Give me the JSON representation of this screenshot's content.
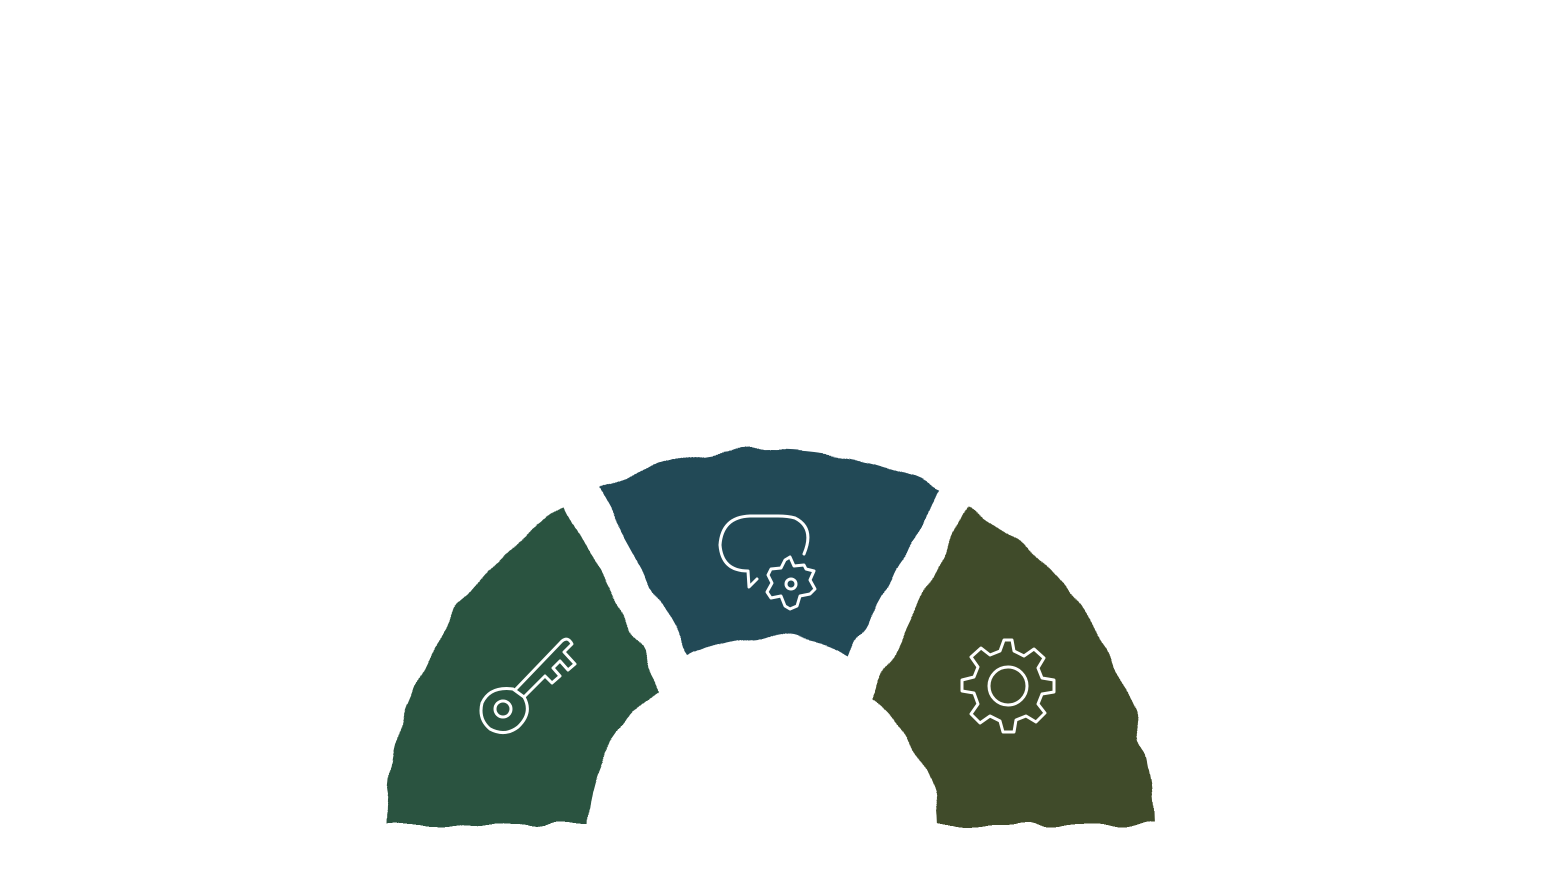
{
  "diagram": {
    "type": "semicircle-segmented-arc",
    "segment_count": 3,
    "segments": [
      {
        "id": "left",
        "icon": "key-icon",
        "color": "#2c5340"
      },
      {
        "id": "middle",
        "icon": "chat-bubble-gear-icon",
        "color": "#214857"
      },
      {
        "id": "right",
        "icon": "gear-icon",
        "color": "#404c29"
      }
    ],
    "outline_color": "#ffffff",
    "background": "#ffffff"
  }
}
